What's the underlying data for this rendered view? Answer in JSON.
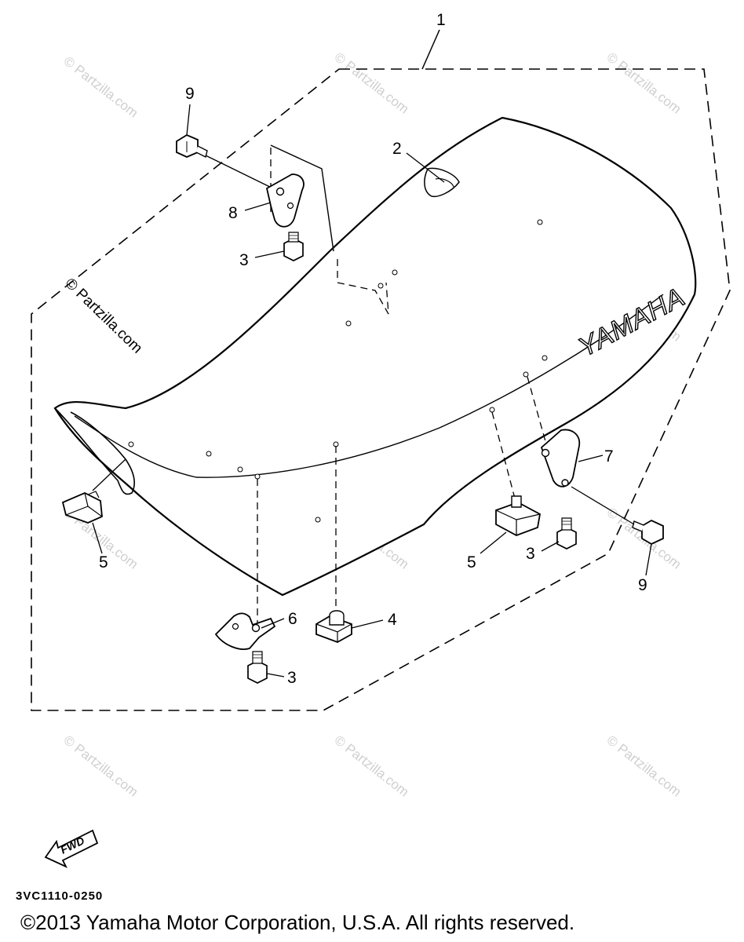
{
  "callouts": {
    "c1": "1",
    "c2": "2",
    "c3a": "3",
    "c3b": "3",
    "c3c": "3",
    "c4": "4",
    "c5a": "5",
    "c5b": "5",
    "c6": "6",
    "c7": "7",
    "c8": "8",
    "c9a": "9",
    "c9b": "9"
  },
  "seat_brand": "YAMAHA",
  "fwd_label": "FWD",
  "diagram_code": "3VC1110-0250",
  "copyright": "©2013  Yamaha Motor Corporation, U.S.A. All rights reserved.",
  "watermark": {
    "text": "© Partzilla.com"
  },
  "colors": {
    "line": "#000000",
    "watermark": "#cfcfcf",
    "background": "#ffffff"
  }
}
